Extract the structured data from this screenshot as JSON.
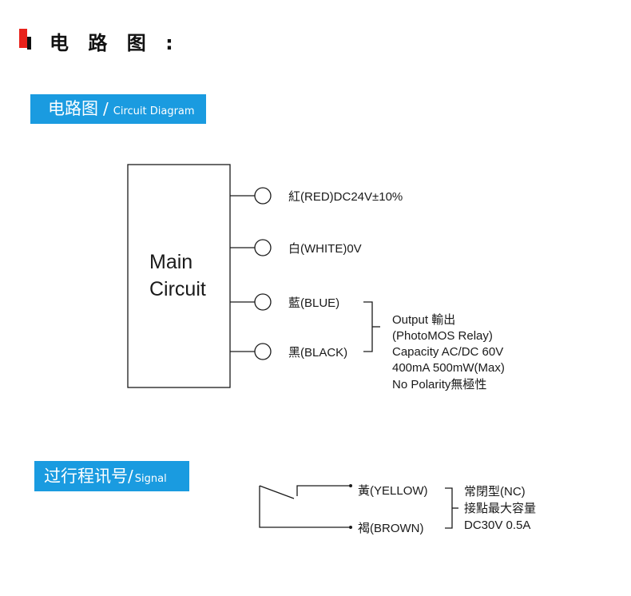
{
  "page_title": "电 路 图 :",
  "circuit_banner": {
    "main": "电路图",
    "separator": "/",
    "sub": "Circuit Diagram"
  },
  "main_box": {
    "line1": "Main",
    "line2": "Circuit"
  },
  "wires": {
    "red": "紅(RED)DC24V±10%",
    "white": "白(WHITE)0V",
    "blue": "藍(BLUE)",
    "black": "黑(BLACK)"
  },
  "output_note": [
    "Output 輸出",
    "(PhotoMOS Relay)",
    "Capacity AC/DC 60V",
    "400mA 500mW(Max)",
    "No Polarity無極性"
  ],
  "signal_banner": {
    "main": "过行程讯号",
    "separator": "/",
    "sub": "Signal"
  },
  "signal_wires": {
    "yellow": "黃(YELLOW)",
    "brown": "褐(BROWN)"
  },
  "signal_note": [
    "常閉型(NC)",
    "接點最大容量",
    "DC30V 0.5A"
  ],
  "colors": {
    "accent": "#1a9be0",
    "mark_red": "#e8221b"
  }
}
